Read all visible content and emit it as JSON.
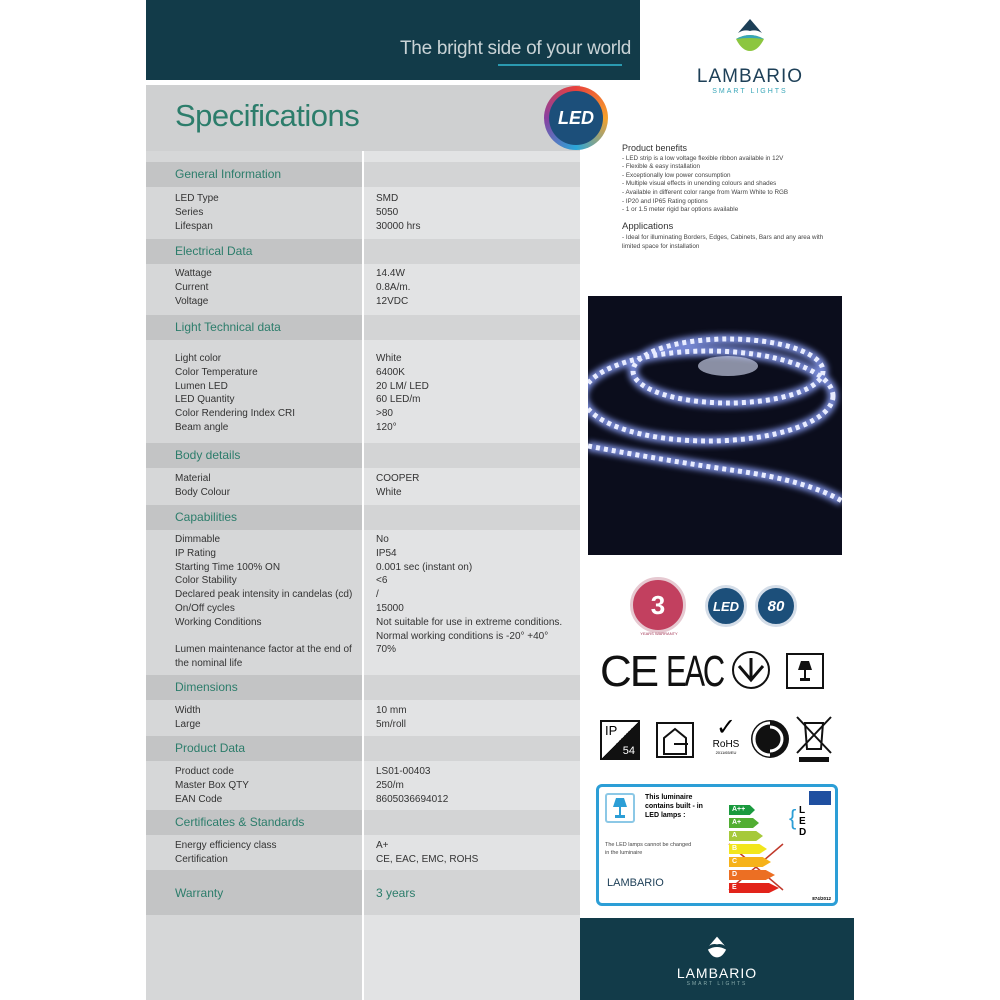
{
  "header": {
    "tagline": "The bright side of your world",
    "title": "Specifications",
    "led_badge": "LED"
  },
  "brand": {
    "name": "LAMBARIO",
    "sub": "SMART LIGHTS"
  },
  "sections": [
    {
      "title": "General Information",
      "rows": [
        {
          "k": "LED Type",
          "v": "SMD"
        },
        {
          "k": "Series",
          "v": "5050"
        },
        {
          "k": "Lifespan",
          "v": "30000 hrs"
        }
      ]
    },
    {
      "title": "Electrical Data",
      "rows": [
        {
          "k": "Wattage",
          "v": "14.4W"
        },
        {
          "k": "Current",
          "v": "0.8A/m."
        },
        {
          "k": "Voltage",
          "v": "12VDC"
        }
      ]
    },
    {
      "title": "Light Technical data",
      "rows": [
        {
          "k": "Light color",
          "v": "White"
        },
        {
          "k": "Color Temperature",
          "v": "6400K"
        },
        {
          "k": "Lumen LED",
          "v": "20 LM/ LED"
        },
        {
          "k": "LED Quantity",
          "v": "60 LED/m"
        },
        {
          "k": "Color Rendering Index CRI",
          "v": ">80"
        },
        {
          "k": "Beam angle",
          "v": "120°"
        }
      ]
    },
    {
      "title": "Body details",
      "rows": [
        {
          "k": "Material",
          "v": "COOPER"
        },
        {
          "k": "Body Colour",
          "v": "White"
        }
      ]
    },
    {
      "title": "Capabilities",
      "rows": [
        {
          "k": "Dimmable",
          "v": "No"
        },
        {
          "k": "IP Rating",
          "v": "IP54"
        },
        {
          "k": "Starting Time 100% ON",
          "v": "0.001 sec (instant on)"
        },
        {
          "k": "Color Stability",
          "v": "<6"
        },
        {
          "k": "Declared  peak intensity in candelas (cd)",
          "v": "/"
        },
        {
          "k": "On/Off cycles",
          "v": "15000"
        },
        {
          "k": "Working Conditions",
          "v": "Not suitable for use in extreme conditions."
        },
        {
          "k": "",
          "v": "Normal working conditions is -20° +40°"
        },
        {
          "k": "Lumen maintenance factor at the end of",
          "v": "70%"
        },
        {
          "k": "the nominal life",
          "v": ""
        }
      ]
    },
    {
      "title": "Dimensions",
      "rows": [
        {
          "k": "Width",
          "v": "10 mm"
        },
        {
          "k": "Large",
          "v": "5m/roll"
        }
      ]
    },
    {
      "title": "Product Data",
      "rows": [
        {
          "k": "Product code",
          "v": "LS01-00403"
        },
        {
          "k": "Master Box QTY",
          "v": "250/m"
        },
        {
          "k": "EAN Code",
          "v": "8605036694012"
        }
      ]
    },
    {
      "title": "Certificates & Standards",
      "rows": [
        {
          "k": "Energy efficiency class",
          "v": "A+"
        },
        {
          "k": "Certification",
          "v": "CE, EAC, EMC, ROHS"
        }
      ]
    }
  ],
  "warranty": {
    "label": "Warranty",
    "value": "3 years"
  },
  "benefits": {
    "title": "Product benefits",
    "items": [
      "- LED strip is a low voltage flexible ribbon available in 12V",
      "- Flexible & easy installation",
      "- Exceptionally low power consumption",
      "- Multiple visual effects in unending colours and shades",
      "- Available in different color range from Warm White to RGB",
      "- IP20 and IP65 Rating options",
      "- 1 or 1.5 meter rigid bar options available"
    ]
  },
  "applications": {
    "title": "Applications",
    "text": "- Ideal for illuminating Borders, Edges, Cabinets, Bars and any area with limited space for installation"
  },
  "badges": {
    "warranty_num": "3",
    "warranty_text": "YEARS WARRANTY",
    "led": "LED",
    "cri": "80"
  },
  "certs": {
    "ce": "CE",
    "eac": "EAC",
    "ip": "IP",
    "ip_num": "54",
    "rohs": "RoHS",
    "rohs_sub": "2011/65/EU"
  },
  "energy": {
    "title": "This luminaire contains built - in LED lamps :",
    "note": "The LED lamps cannot be changed in the luminaire",
    "classes": [
      "A++",
      "A+",
      "A",
      "B",
      "C",
      "D",
      "E"
    ],
    "led_letters": "LED",
    "regulation": "874/2012",
    "class_colors": [
      "#1a9a3e",
      "#52ae32",
      "#a6c93a",
      "#f2e61c",
      "#f6b21a",
      "#ec6f23",
      "#e2231a"
    ]
  }
}
